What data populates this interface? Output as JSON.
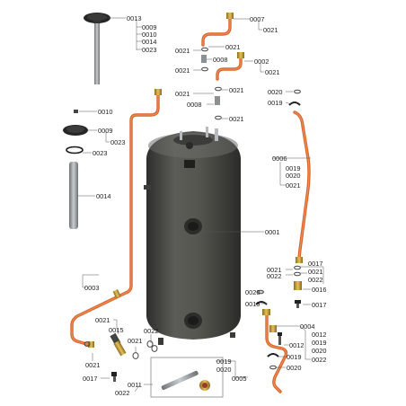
{
  "labels": [
    {
      "id": "0013a",
      "text": "0013"
    },
    {
      "id": "0009a",
      "text": "0009"
    },
    {
      "id": "0010a",
      "text": "0010"
    },
    {
      "id": "0014a",
      "text": "0014"
    },
    {
      "id": "0023a",
      "text": "0023"
    },
    {
      "id": "0007",
      "text": "0007"
    },
    {
      "id": "0021a",
      "text": "0021"
    },
    {
      "id": "0021b",
      "text": "0021"
    },
    {
      "id": "0021c",
      "text": "0021"
    },
    {
      "id": "0008a",
      "text": "0008"
    },
    {
      "id": "0021d",
      "text": "0021"
    },
    {
      "id": "0002",
      "text": "0002"
    },
    {
      "id": "0021e",
      "text": "0021"
    },
    {
      "id": "0021f",
      "text": "0021"
    },
    {
      "id": "0021g",
      "text": "0021"
    },
    {
      "id": "0008b",
      "text": "0008"
    },
    {
      "id": "0021h",
      "text": "0021"
    },
    {
      "id": "0020a",
      "text": "0020"
    },
    {
      "id": "0019a",
      "text": "0019"
    },
    {
      "id": "0010b",
      "text": "0010"
    },
    {
      "id": "0009b",
      "text": "0009"
    },
    {
      "id": "0023b",
      "text": "0023"
    },
    {
      "id": "0023c",
      "text": "0023"
    },
    {
      "id": "0014b",
      "text": "0014"
    },
    {
      "id": "0006",
      "text": "0006"
    },
    {
      "id": "0019b",
      "text": "0019"
    },
    {
      "id": "0020b",
      "text": "0020"
    },
    {
      "id": "0021i",
      "text": "0021"
    },
    {
      "id": "0001",
      "text": "0001"
    },
    {
      "id": "0017a",
      "text": "0017"
    },
    {
      "id": "0021j",
      "text": "0021"
    },
    {
      "id": "0021k",
      "text": "0021"
    },
    {
      "id": "0022a",
      "text": "0022"
    },
    {
      "id": "0022b",
      "text": "0022"
    },
    {
      "id": "0016",
      "text": "0016"
    },
    {
      "id": "0003",
      "text": "0003"
    },
    {
      "id": "0020c",
      "text": "0020"
    },
    {
      "id": "0019c",
      "text": "0019"
    },
    {
      "id": "0017b",
      "text": "0017"
    },
    {
      "id": "0004",
      "text": "0004"
    },
    {
      "id": "0021l",
      "text": "0021"
    },
    {
      "id": "0015",
      "text": "0015"
    },
    {
      "id": "0012a",
      "text": "0012"
    },
    {
      "id": "0012b",
      "text": "0012"
    },
    {
      "id": "0021m",
      "text": "0021"
    },
    {
      "id": "0022c",
      "text": "0022"
    },
    {
      "id": "0019d",
      "text": "0019"
    },
    {
      "id": "0020d",
      "text": "0020"
    },
    {
      "id": "0022d",
      "text": "0022"
    },
    {
      "id": "0021n",
      "text": "0021"
    },
    {
      "id": "0019e",
      "text": "0019"
    },
    {
      "id": "0020e",
      "text": "0020"
    },
    {
      "id": "0019f",
      "text": "0019"
    },
    {
      "id": "0020f",
      "text": "0020"
    },
    {
      "id": "0005",
      "text": "0005"
    },
    {
      "id": "0017c",
      "text": "0017"
    },
    {
      "id": "0011",
      "text": "0011"
    },
    {
      "id": "0022e",
      "text": "0022"
    }
  ],
  "colors": {
    "tank": "#4f504c",
    "pipe": "#d9642a",
    "brass": "#c9a23a",
    "text": "#222222",
    "leader": "#555555"
  }
}
